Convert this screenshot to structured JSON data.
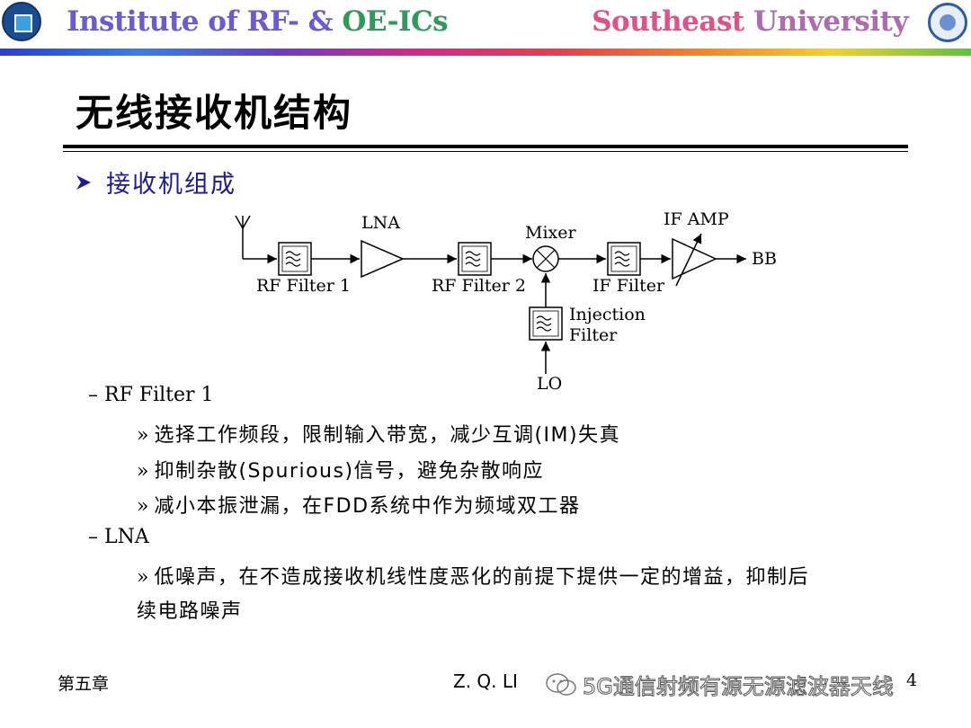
{
  "header": {
    "institute_part1": "Institute of RF- & ",
    "institute_part2": "OE-ICs",
    "university_part1": "Southeast ",
    "university_part2": "University"
  },
  "slide": {
    "title": "无线接收机结构",
    "section": "接收机组成"
  },
  "diagram": {
    "labels": {
      "lna": "LNA",
      "mixer": "Mixer",
      "if_amp": "IF AMP",
      "bb": "BB",
      "rf_filter_1": "RF Filter 1",
      "rf_filter_2": "RF Filter 2",
      "if_filter": "IF Filter",
      "injection": "Injection",
      "filter": "Filter",
      "lo": "LO"
    }
  },
  "content": {
    "item1_label": "RF Filter 1",
    "item1_points": [
      "选择工作频段，限制输入带宽，减少互调(IM)失真",
      "抑制杂散(Spurious)信号，避免杂散响应",
      "减小本振泄漏，在FDD系统中作为频域双工器"
    ],
    "item2_label": "LNA",
    "item2_points": [
      "低噪声，在不造成接收机线性度恶化的前提下提供一定的增益，抑制后",
      "续电路噪声"
    ]
  },
  "footer": {
    "chapter": "第五章",
    "author": "Z. Q. LI",
    "watermark": "5G通信射频有源无源滤波器天线",
    "page": "4"
  },
  "colors": {
    "institute_primary": "#6a5bd0",
    "institute_secondary": "#2f9a5a",
    "university_primary": "#e0508a",
    "university_secondary": "#b06bb0",
    "section_blue": "#1a1aa0"
  },
  "icons": [
    "university-logo-left",
    "university-logo-right",
    "arrow-bullet-icon",
    "wechat-icon"
  ]
}
